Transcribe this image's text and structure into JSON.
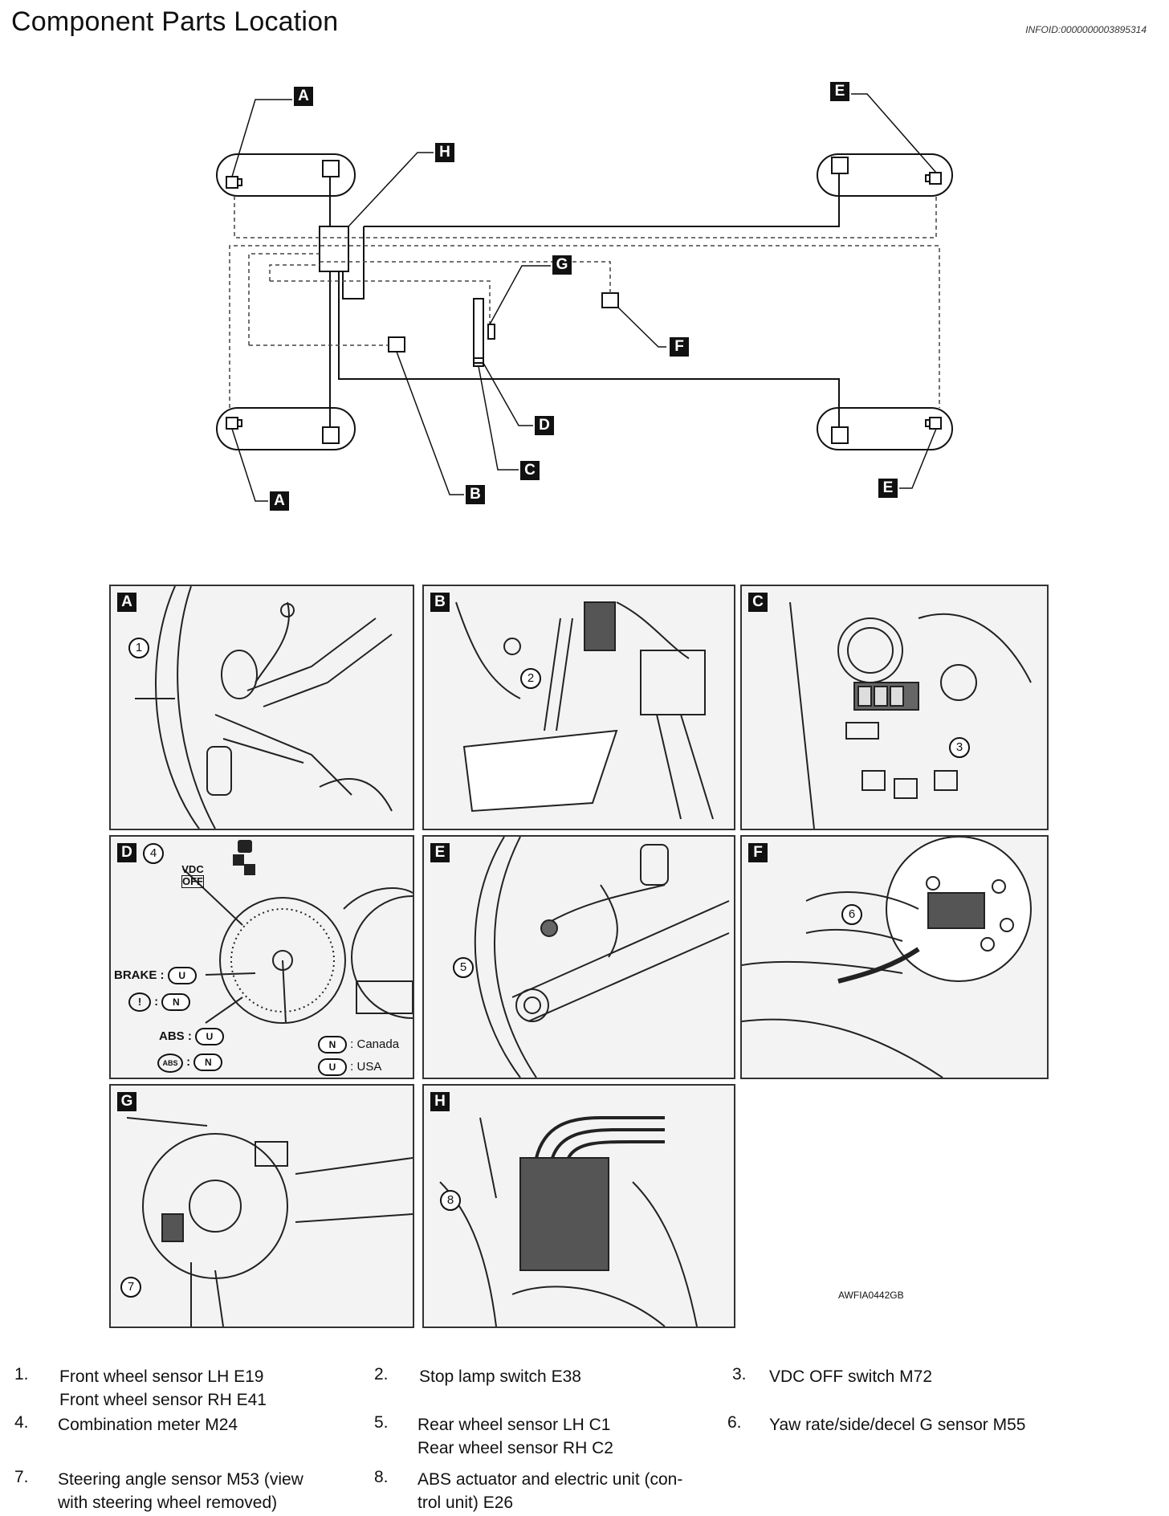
{
  "page": {
    "title": "Component Parts Location",
    "info_id": "INFOID:0000000003895314",
    "image_code": "AWFIA0442GB"
  },
  "diagram_labels": {
    "a": "A",
    "b": "B",
    "c": "C",
    "d": "D",
    "e": "E",
    "f": "F",
    "g": "G",
    "h": "H"
  },
  "panels": {
    "a": {
      "tag": "A",
      "callout": "1"
    },
    "b": {
      "tag": "B",
      "callout": "2"
    },
    "c": {
      "tag": "C",
      "callout": "3"
    },
    "d": {
      "tag": "D",
      "callout": "4",
      "vdc": "VDC",
      "off": "OFF",
      "brake": "BRAKE :",
      "abs": "ABS :",
      "u": "U",
      "n": "N",
      "canada": ": Canada",
      "usa": ": USA",
      "colon": ":"
    },
    "e": {
      "tag": "E",
      "callout": "5"
    },
    "f": {
      "tag": "F",
      "callout": "6"
    },
    "g": {
      "tag": "G",
      "callout": "7"
    },
    "h": {
      "tag": "H",
      "callout": "8"
    }
  },
  "legend": [
    {
      "num": "1.",
      "lines": [
        "Front wheel sensor LH E19",
        "Front wheel sensor RH E41"
      ]
    },
    {
      "num": "2.",
      "lines": [
        "Stop lamp switch E38"
      ]
    },
    {
      "num": "3.",
      "lines": [
        "VDC OFF switch M72"
      ]
    },
    {
      "num": "4.",
      "lines": [
        "Combination meter M24"
      ]
    },
    {
      "num": "5.",
      "lines": [
        "Rear wheel sensor LH C1",
        "Rear wheel sensor RH C2"
      ]
    },
    {
      "num": "6.",
      "lines": [
        "Yaw rate/side/decel G sensor M55"
      ]
    },
    {
      "num": "7.",
      "lines": [
        "Steering angle sensor M53 (view",
        "with steering wheel removed)"
      ]
    },
    {
      "num": "8.",
      "lines": [
        "ABS actuator and electric unit (con-",
        "trol unit) E26"
      ]
    }
  ]
}
